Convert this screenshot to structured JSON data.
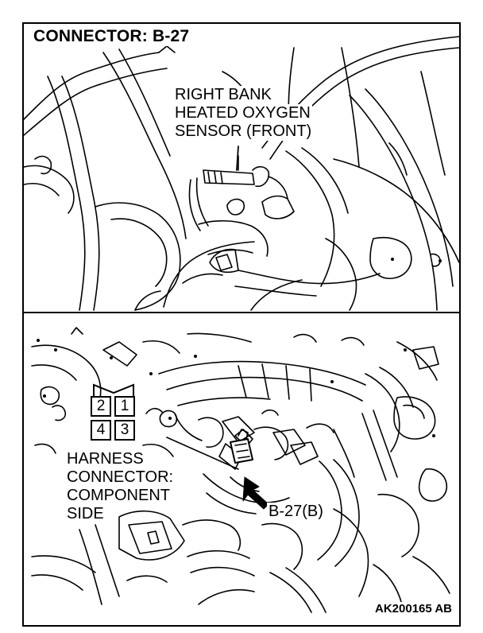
{
  "title": "CONNECTOR: B-27",
  "sensor_label": {
    "line1": "RIGHT BANK",
    "line2": "HEATED OXYGEN",
    "line3": "SENSOR (FRONT)"
  },
  "harness_label": {
    "line1": "HARNESS",
    "line2": "CONNECTOR:",
    "line3": "COMPONENT",
    "line4": "SIDE"
  },
  "connector_callout": "B-27(B)",
  "pins": {
    "top_left": "2",
    "top_right": "1",
    "bottom_left": "4",
    "bottom_right": "3"
  },
  "figure_code": "AK200165 AB"
}
